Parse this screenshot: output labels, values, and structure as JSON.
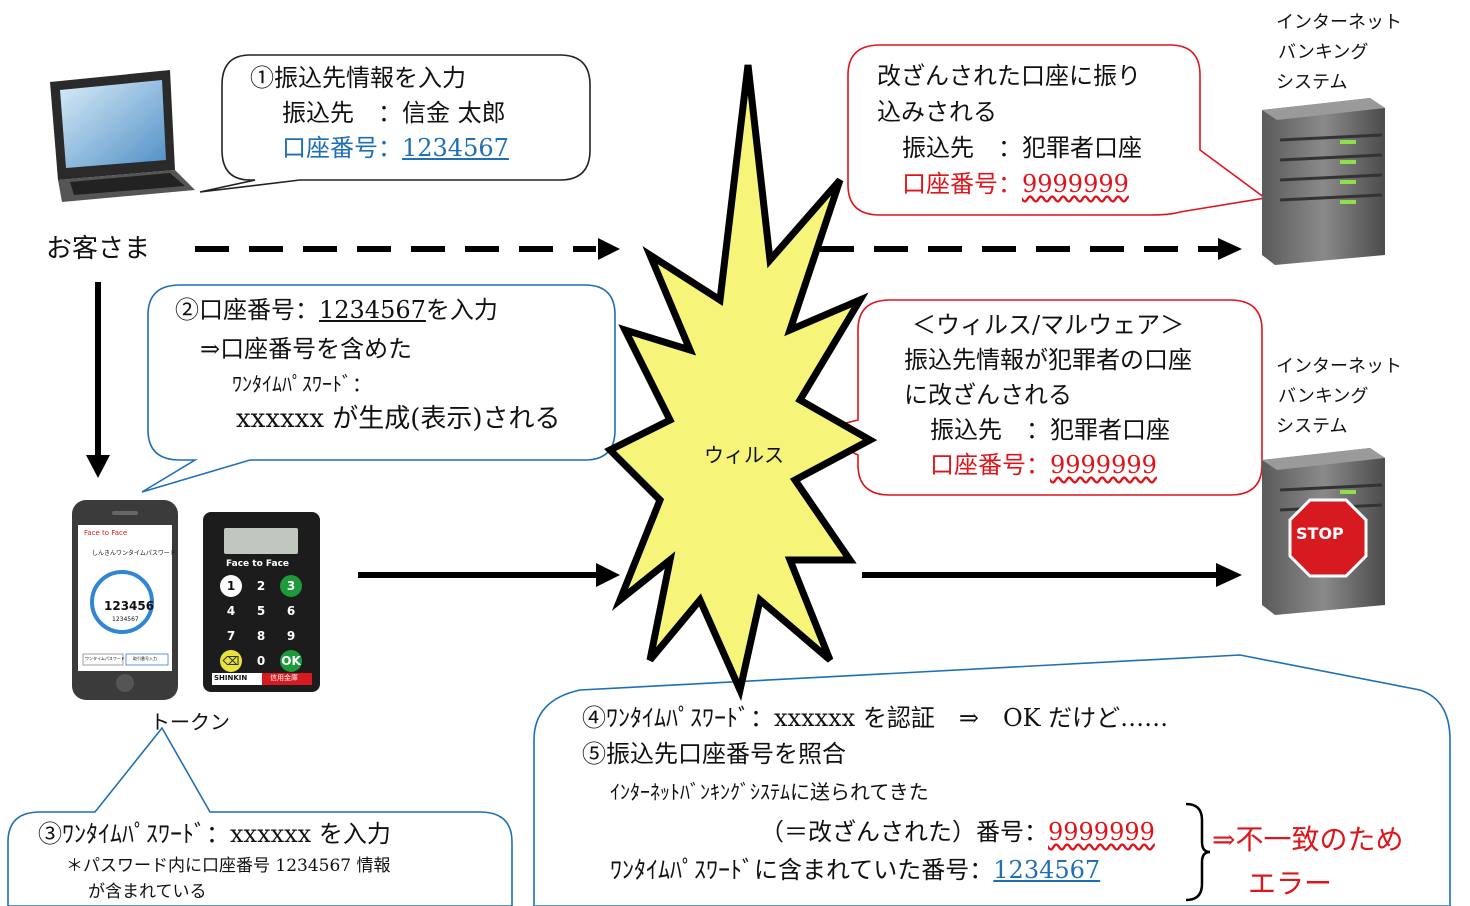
{
  "customer": {
    "label": "お客さま"
  },
  "bubble1": {
    "line1": "①振込先情報を入力",
    "line2": "振込先　：信金 太郎",
    "acct_label": "口座番号：",
    "acct_value": "1234567"
  },
  "bubble2": {
    "line1_prefix": "②口座番号：",
    "line1_value": "1234567",
    "line1_suffix": "を入力",
    "line2": "⇒口座番号を含めた",
    "line3": "ﾜﾝﾀｲﾑﾊﾟｽﾜｰﾄﾞ：",
    "line4": "xxxxxx が生成(表示)される"
  },
  "bubble3": {
    "line1": "③ﾜﾝﾀｲﾑﾊﾟｽﾜｰﾄﾞ：xxxxxx を入力",
    "line2": "＊パスワード内に口座番号 1234567 情報",
    "line3": "が含まれている"
  },
  "bubble4": {
    "line1": "④ﾜﾝﾀｲﾑﾊﾟｽﾜｰﾄﾞ：xxxxxx を認証　⇒　OK だけど……",
    "line2": "⑤振込先口座番号を照合",
    "line3": "ｲﾝﾀｰﾈｯﾄﾊﾞﾝｷﾝｸﾞｼｽﾃﾑに送られてきた",
    "line4_label": "（＝改ざんされた）番号：",
    "line4_value": "9999999",
    "line5_label": "ﾜﾝﾀｲﾑﾊﾟｽﾜｰﾄﾞに含まれていた番号：",
    "line5_value": "1234567",
    "result_line1": "⇒不一致のため",
    "result_line2": "エラー"
  },
  "bubble_red_top": {
    "line1": "改ざんされた口座に振り",
    "line2": "込みされる",
    "line3": "振込先　：犯罪者口座",
    "acct_label": "口座番号：",
    "acct_value": "9999999"
  },
  "bubble_red_mid": {
    "line1": "＜ウィルス/マルウェア＞",
    "line2": "振込先情報が犯罪者の口座",
    "line3": "に改ざんされる",
    "line4": "振込先　：犯罪者口座",
    "acct_label": "口座番号：",
    "acct_value": "9999999"
  },
  "virus": {
    "label": "ウィルス"
  },
  "server_top": {
    "line1": "インターネット",
    "line2": "バンキング",
    "line3": "システム"
  },
  "server_bottom": {
    "line1": "インターネット",
    "line2": "バンキング",
    "line3": "システム",
    "stop_label": "STOP"
  },
  "token": {
    "label": "トークン",
    "phone_brand": "Face to Face",
    "phone_title": "しんきんワンタイムパスワード",
    "phone_otp": "123456",
    "phone_acct": "1234567",
    "phone_btn_left": "ワンタイムパスワード",
    "phone_btn_right": "取引番号入力",
    "device_brand": "Face to Face",
    "device_keys": [
      "1",
      "2",
      "3",
      "4",
      "5",
      "6",
      "7",
      "8",
      "9",
      "⌫",
      "0",
      "OK"
    ],
    "device_footer_left": "SHINKIN",
    "device_footer_right": "信用金庫"
  },
  "colors": {
    "blue": "#1f6fb5",
    "red": "#e0141b",
    "virus_fill": "#f6f57a",
    "key_green": "#1e9a3a",
    "key_yellow": "#e8e33a"
  }
}
